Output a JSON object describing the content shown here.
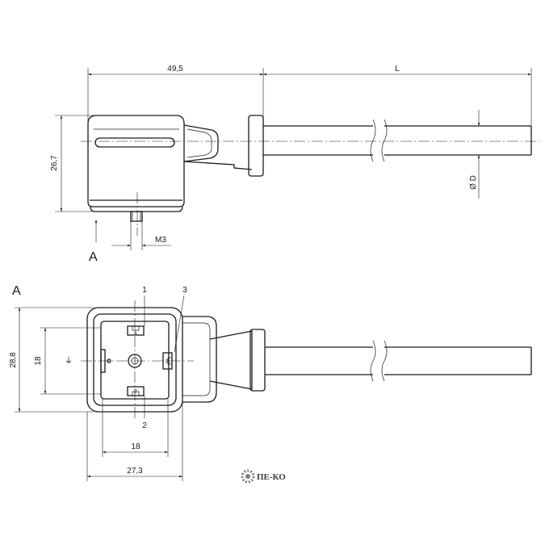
{
  "top_view": {
    "dim_width": "49,5",
    "dim_length": "L",
    "dim_height": "26,7",
    "dim_diameter": "Ø D",
    "dim_thread": "M3",
    "view_marker": "A"
  },
  "view_a": {
    "title": "A",
    "dim_outer_height": "28,8",
    "dim_inner_height": "18",
    "dim_inner_width": "18",
    "dim_outer_width": "27,3",
    "pin_1": "1",
    "pin_2": "2",
    "pin_3": "3",
    "earth_symbol": "⏚"
  },
  "logo": {
    "text": "ПЕ-КО"
  },
  "colors": {
    "line": "#1a1a1a",
    "logo": "#3a3a3a"
  }
}
